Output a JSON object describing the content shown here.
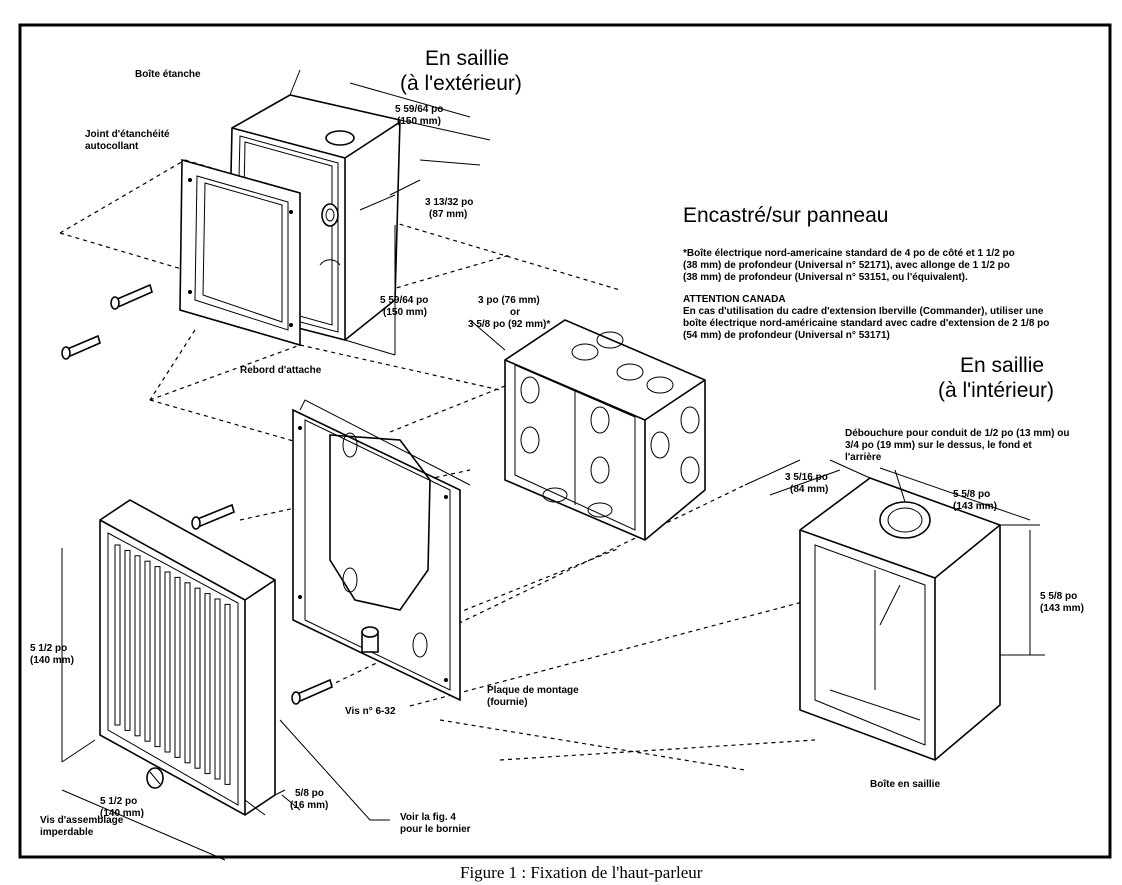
{
  "figure": {
    "caption": "Figure 1 : Fixation de l'haut-parleur"
  },
  "headings": {
    "surface_exterior_line1": "En saillie",
    "surface_exterior_line2": "(à l'extérieur)",
    "flush_panel": "Encastré/sur panneau",
    "surface_interior_line1": "En saillie",
    "surface_interior_line2": "(à l'intérieur)"
  },
  "notes": {
    "box_note_lines": [
      "*Boîte électrique nord-americaine standard de 4 po de côté et 1 1/2 po",
      "(38 mm) de profondeur (Universal n° 52171), avec allonge de 1 1/2 po",
      "(38 mm) de profondeur (Universal n° 53151, ou l'équivalent)."
    ],
    "canada_title": "ATTENTION CANADA",
    "canada_lines": [
      "En cas d'utilisation du cadre d'extension Iberville (Commander), utiliser une",
      "boîte électrique nord-américaine standard avec cadre d'extension de 2 1/8 po",
      "(54 mm) de profondeur (Universal n° 53171)"
    ]
  },
  "labels": {
    "weatherproof_box": "Boîte étanche",
    "gasket_line1": "Joint d'étanchéité",
    "gasket_line2": "autocollant",
    "mounting_flange": "Rebord d'attache",
    "mounting_plate_line1": "Plaque de montage",
    "mounting_plate_line2": "(fournie)",
    "screw": "Vis n° 6-32",
    "captive_screw_line1": "Vis d'assemblage",
    "captive_screw_line2": "imperdable",
    "terminal_ref_line1": "Voir la fig. 4",
    "terminal_ref_line2": "pour le bornier",
    "knockout_line1": "Débouchure pour conduit de 1/2 po (13 mm) ou",
    "knockout_line2": "3/4 po (19 mm) sur le dessus, le fond et",
    "knockout_line3": "l'arrière",
    "surface_box": "Boîte en saillie"
  },
  "dimensions": {
    "wp_width_a": "5 59/64 po",
    "wp_width_b": "(150 mm)",
    "wp_depth_a": "3 13/32 po",
    "wp_depth_b": "(87 mm)",
    "wp_height_a": "5 59/64 po",
    "wp_height_b": "(150 mm)",
    "eb_depth_a": "3 po (76 mm)",
    "eb_depth_b": "or",
    "eb_depth_c": "3 5/8 po (92 mm)*",
    "sb_depth_a": "3 5/16 po",
    "sb_depth_b": "(84 mm)",
    "sb_width_a": "5 5/8 po",
    "sb_width_b": "(143 mm)",
    "sb_height_a": "5 5/8 po",
    "sb_height_b": "(143 mm)",
    "grille_height_a": "5 1/2 po",
    "grille_height_b": "(140 mm)",
    "grille_width_a": "5 1/2 po",
    "grille_width_b": "(140 mm)",
    "grille_depth_a": "5/8 po",
    "grille_depth_b": "(16 mm)"
  }
}
